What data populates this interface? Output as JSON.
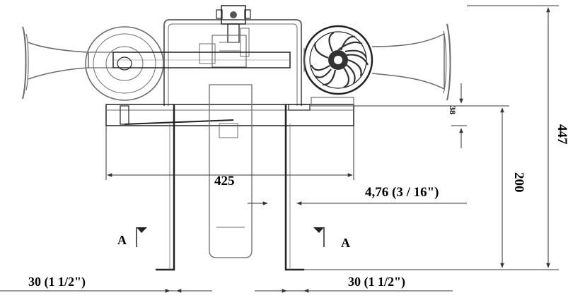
{
  "dimensions": {
    "width_425": "425",
    "height_200": "200",
    "height_447": "447",
    "small_38": "38",
    "weld": "4,76 (3 / 16\")",
    "foot_left": "30 (1 1/2\")",
    "foot_right": "30 (1 1/2\")"
  },
  "section_marks": {
    "left": "A",
    "right": "A"
  }
}
